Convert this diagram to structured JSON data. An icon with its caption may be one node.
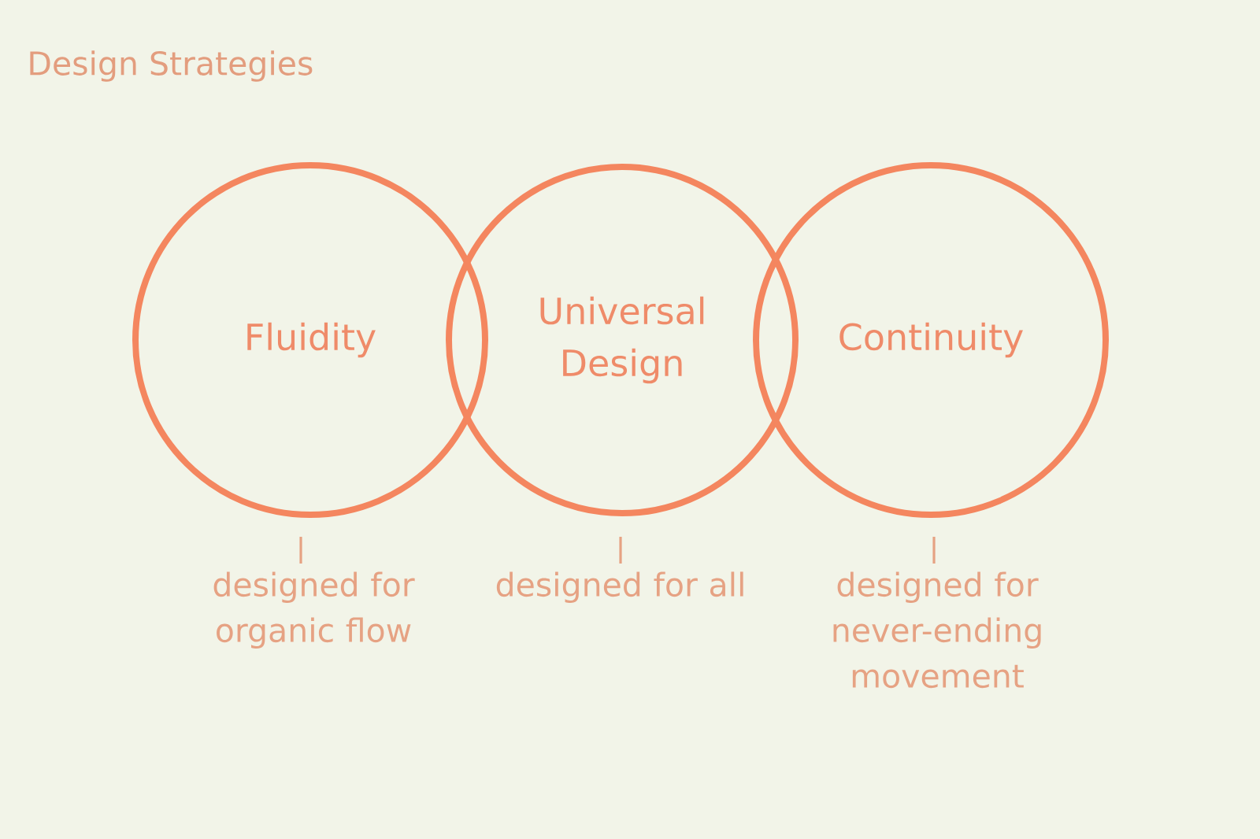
{
  "diagram": {
    "title": "Design Strategies",
    "nodes": [
      {
        "text": [
          "Fluidity"
        ],
        "beside": [
          "designed for organic flow"
        ]
      },
      {
        "text": [
          "Universal Design"
        ],
        "beside": [
          "designed for all"
        ]
      },
      {
        "text": [
          "Continuity"
        ],
        "beside": [
          "designed for never-ending movement"
        ]
      }
    ]
  }
}
